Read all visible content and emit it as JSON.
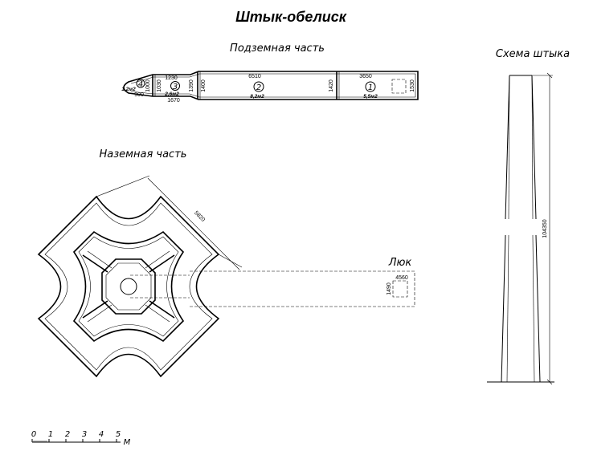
{
  "title": "Штык-обелиск",
  "underground": {
    "label": "Подземная часть",
    "sections": [
      {
        "num": "4",
        "area": "1,2м2",
        "width": "900",
        "height": "1000"
      },
      {
        "num": "3",
        "area": "2,6м2",
        "width_top": "1230",
        "width_bottom": "1670",
        "height_left": "1030",
        "height_right": "1390"
      },
      {
        "num": "2",
        "area": "8,2м2",
        "width": "6510",
        "height_left": "1400",
        "height_right": "1420"
      },
      {
        "num": "1",
        "area": "5,5м2",
        "width": "3650",
        "height": "1530"
      }
    ]
  },
  "aboveground": {
    "label": "Наземная часть",
    "diagonal": "5820"
  },
  "hatch": {
    "label": "Люк",
    "width": "4560",
    "height": "1490"
  },
  "scheme": {
    "label": "Схема штыка",
    "height": "104350"
  },
  "scale": {
    "ticks": [
      "0",
      "1",
      "2",
      "3",
      "4",
      "5"
    ],
    "unit": "М"
  }
}
